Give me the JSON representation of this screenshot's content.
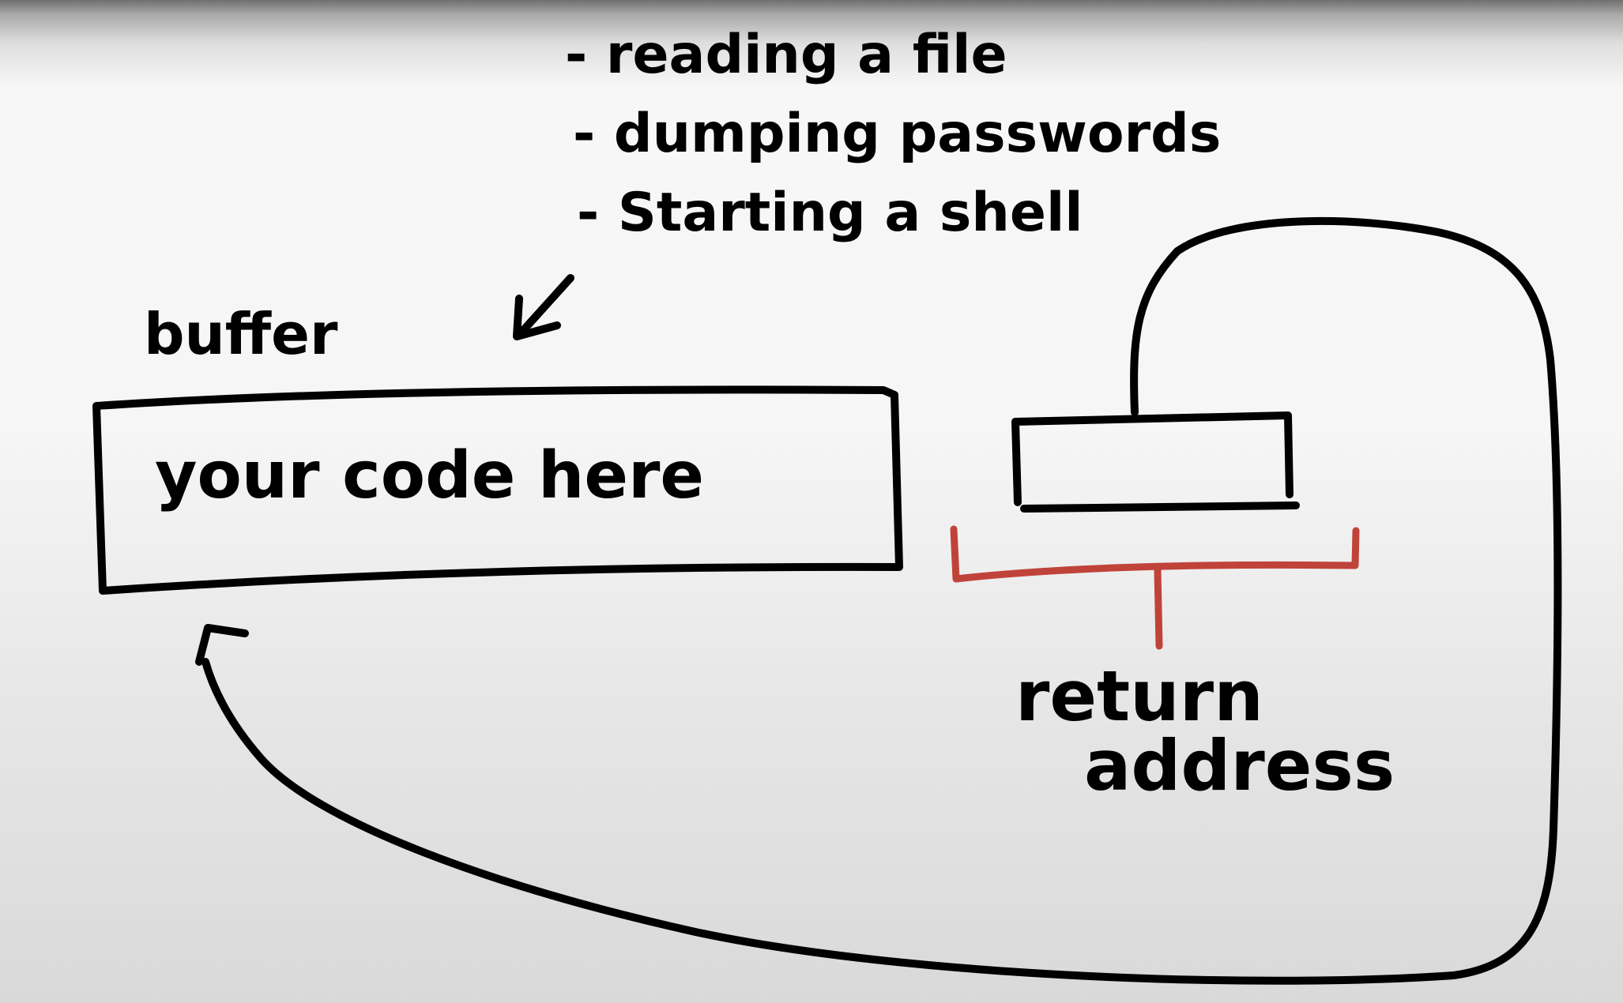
{
  "bullets": [
    "- reading a file",
    "- dumping passwords",
    "- Starting a shell"
  ],
  "buffer": {
    "label": "buffer",
    "content": "your code here"
  },
  "return_address": {
    "line1": "return",
    "line2": "address"
  },
  "colors": {
    "ink": "#000000",
    "bracket": "#c0433a"
  }
}
